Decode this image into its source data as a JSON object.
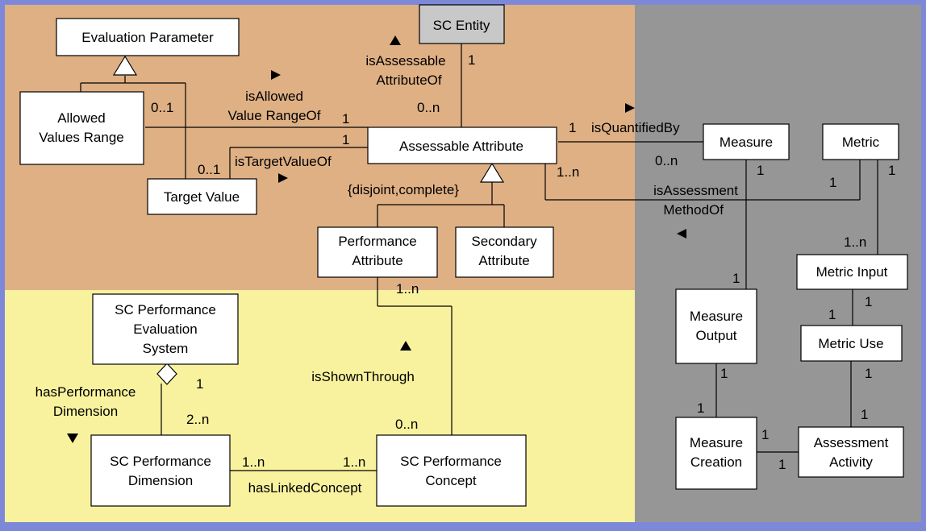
{
  "colors": {
    "frame": "#7d89d8",
    "region_attributes": "#dfb084",
    "region_performance": "#f8f29e",
    "region_measurement": "#969696",
    "entity_fill": "#c8c8c8"
  },
  "classes": {
    "sc_entity": [
      "SC Entity"
    ],
    "evaluation_parameter": [
      "Evaluation Parameter"
    ],
    "allowed_values_range": [
      "Allowed",
      "Values Range"
    ],
    "target_value": [
      "Target Value"
    ],
    "assessable_attribute": [
      "Assessable Attribute"
    ],
    "performance_attribute": [
      "Performance",
      "Attribute"
    ],
    "secondary_attribute": [
      "Secondary",
      "Attribute"
    ],
    "measure": [
      "Measure"
    ],
    "metric": [
      "Metric"
    ],
    "metric_input": [
      "Metric Input"
    ],
    "measure_output": [
      "Measure",
      "Output"
    ],
    "metric_use": [
      "Metric Use"
    ],
    "measure_creation": [
      "Measure",
      "Creation"
    ],
    "assessment_activity": [
      "Assessment",
      "Activity"
    ],
    "sc_performance_evaluation_system": [
      "SC Performance",
      "Evaluation",
      "System"
    ],
    "sc_performance_dimension": [
      "SC Performance",
      "Dimension"
    ],
    "sc_performance_concept": [
      "SC Performance",
      "Concept"
    ]
  },
  "associations": {
    "is_assessable_attribute_of": [
      "isAssessable",
      "AttributeOf"
    ],
    "is_allowed_value_range_of": [
      "isAllowed",
      "Value RangeOf"
    ],
    "is_target_value_of": [
      "isTargetValueOf"
    ],
    "is_quantified_by": [
      "isQuantifiedBy"
    ],
    "is_assessment_method_of": [
      "isAssessment",
      "MethodOf"
    ],
    "is_shown_through": [
      "isShownThrough"
    ],
    "has_performance_dimension": [
      "hasPerformance",
      "Dimension"
    ],
    "has_linked_concept": [
      "hasLinkedConcept"
    ]
  },
  "constraints": {
    "attribute_generalization": "{disjoint,complete}"
  },
  "multiplicities": {
    "entity_top": "1",
    "entity_bottom": "0..n",
    "avr_right": "0..1",
    "aa_left_top": "1",
    "aa_left_bottom": "1",
    "tv_top": "0..1",
    "aa_right": "1",
    "measure_left": "0..n",
    "aa_bottom_right": "1..n",
    "metric_left": "1",
    "measure_bottom": "1",
    "metric_bottom": "1",
    "metric_input_top": "1..n",
    "measure_output_top": "1",
    "metric_input_bottom": "1",
    "metric_use_top_left": "1",
    "measure_output_bottom": "1",
    "metric_use_bottom": "1",
    "measure_creation_top": "1",
    "assessment_activity_top": "1",
    "measure_creation_right": "1",
    "assessment_activity_left": "1",
    "perf_attr_bottom": "1..n",
    "system_bottom": "1",
    "dimension_top": "2..n",
    "concept_top": "0..n",
    "dimension_right": "1..n",
    "concept_left": "1..n"
  }
}
